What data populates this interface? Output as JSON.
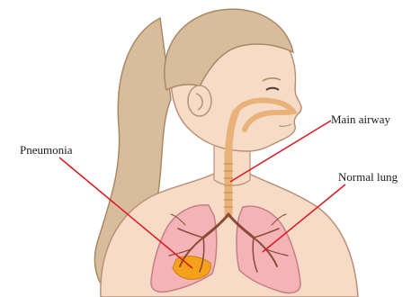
{
  "labels": {
    "pneumonia": "Pneumonia",
    "main_airway": "Main airway",
    "normal_lung": "Normal lung"
  },
  "colors": {
    "skin": "#f6dcc7",
    "skin_outline": "#b98f78",
    "hair": "#d7bd9c",
    "hair_outline": "#a88964",
    "lung": "#f3b3b7",
    "lung_outline": "#c77e84",
    "bronchi": "#8b4a35",
    "airway": "#e9b27a",
    "infection": "#f5a21a",
    "pointer_line": "#e0141e"
  }
}
